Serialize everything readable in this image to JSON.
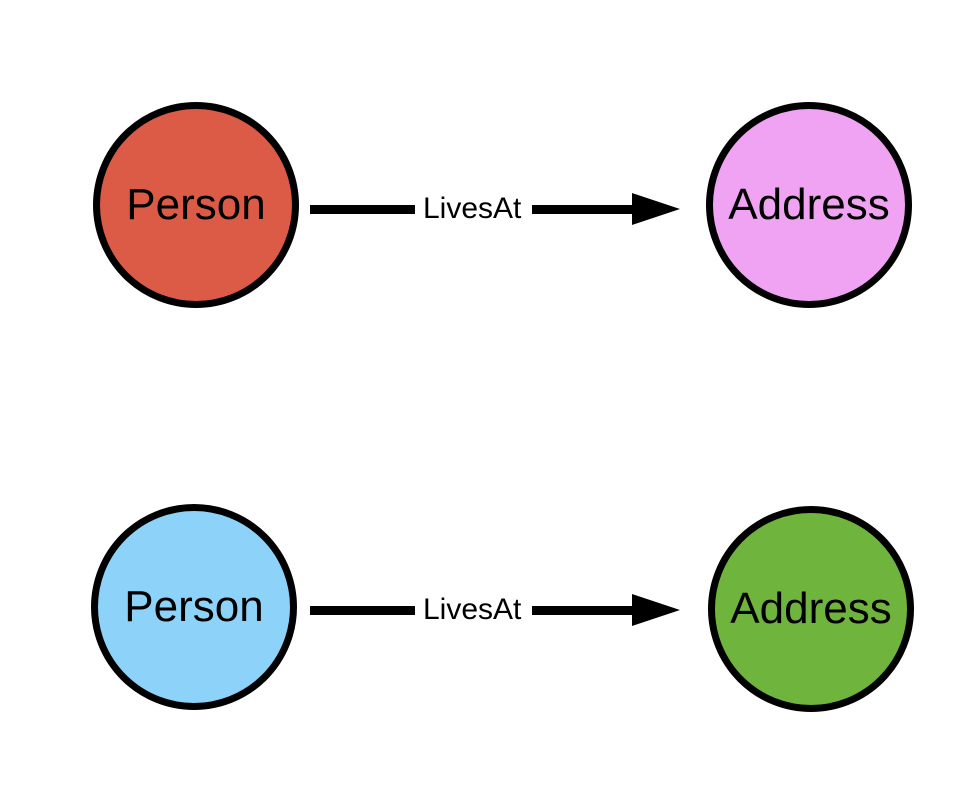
{
  "diagram": {
    "background": "#ffffff",
    "node_border_color": "#000000",
    "edge_color": "#000000",
    "text_color": "#000000",
    "rows": [
      {
        "source": {
          "label": "Person",
          "fill": "#dc5b47"
        },
        "edge": {
          "label": "LivesAt"
        },
        "target": {
          "label": "Address",
          "fill": "#f1a3f3"
        }
      },
      {
        "source": {
          "label": "Person",
          "fill": "#8cd2f9"
        },
        "edge": {
          "label": "LivesAt"
        },
        "target": {
          "label": "Address",
          "fill": "#6fb53d"
        }
      }
    ]
  }
}
